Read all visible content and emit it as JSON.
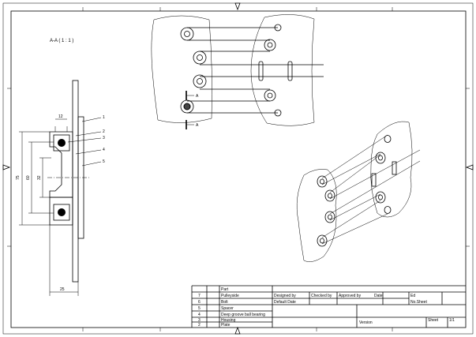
{
  "drawing": {
    "section_label": "A-A ( 1 : 1 )",
    "cut_marker": "A",
    "dimensions": {
      "width_top": "12",
      "outer_dia": "75",
      "mid_dia": "60",
      "inner_dia": "32",
      "total_width": "25"
    },
    "balloons": [
      "1",
      "2",
      "3",
      "4",
      "5"
    ]
  },
  "title_block": {
    "parts_list": [
      {
        "no": "",
        "name": "Part"
      },
      {
        "no": "7",
        "name": "Pulleyside"
      },
      {
        "no": "6",
        "name": "Bolt"
      },
      {
        "no": "5",
        "name": "Spacer"
      },
      {
        "no": "4",
        "name": "Deep groove ball bearing"
      },
      {
        "no": "3",
        "name": "Housing"
      },
      {
        "no": "2",
        "name": "Plate"
      }
    ],
    "cells": {
      "designed_by_label": "Designed by",
      "designed_by_value": "Default Date",
      "checked_by_label": "Checked by",
      "approved_by_label": "Approved by",
      "date_label": "Date",
      "edition_label": "Ed",
      "edition_value": "No.Sheet",
      "version_label": "Version",
      "sheet_label": "Sheet",
      "sheet_value": "1/1"
    }
  }
}
